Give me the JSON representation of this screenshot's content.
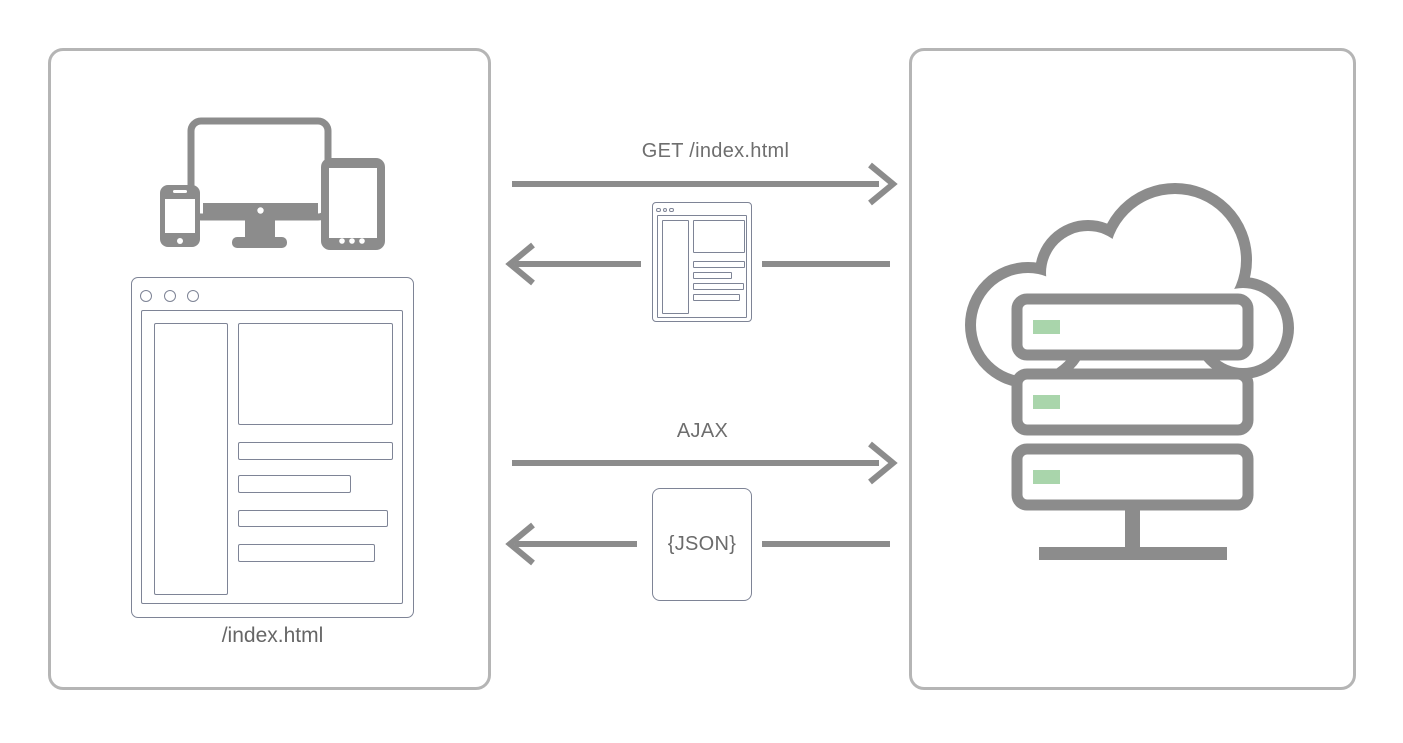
{
  "labels": {
    "get_request": "GET /index.html",
    "ajax_request": "AJAX",
    "json_response": "{JSON}",
    "client_page": "/index.html"
  },
  "icons": {
    "client_devices": "responsive-devices-icon",
    "client_browser": "browser-window-wireframe",
    "html_response": "mini-browser-page-icon",
    "server": "cloud-server-icon"
  },
  "colors": {
    "icon_gray": "#8c8c8c",
    "panel_border": "#b5b5b5",
    "wireframe_stroke": "#7e8496",
    "label_text": "#6e6e6e",
    "server_led_green": "#a9d5ab"
  }
}
